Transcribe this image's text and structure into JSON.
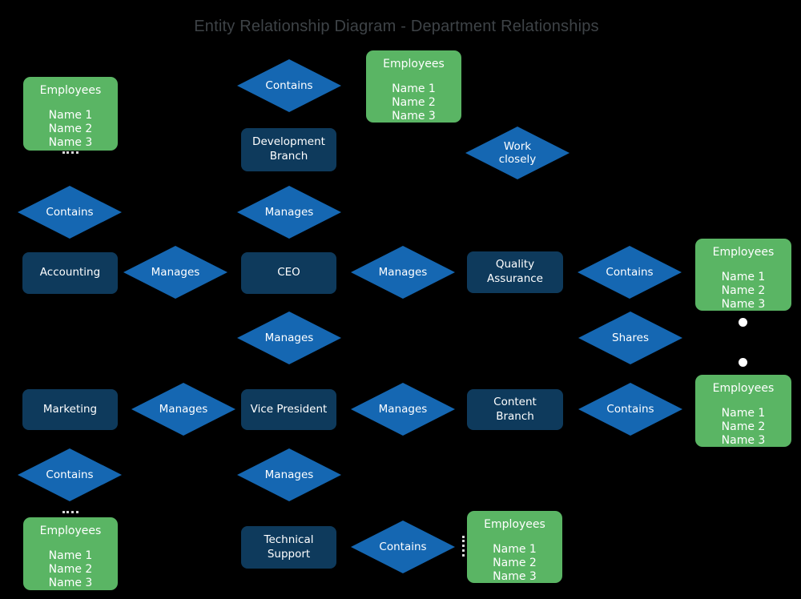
{
  "title": "Entity Relationship Diagram - Department Relationships",
  "colors": {
    "background": "#000000",
    "entity_fill": "#0e3a5c",
    "relationship_fill": "#1567b2",
    "attribute_fill": "#5ab564",
    "node_text": "#ffffff",
    "title_text": "#3e4347",
    "connector_dot": "#ffffff"
  },
  "employees_card": {
    "title": "Employees",
    "names": [
      "Name 1",
      "Name 2",
      "Name 3"
    ]
  },
  "entities": [
    {
      "label": "Development Branch"
    },
    {
      "label": "Accounting"
    },
    {
      "label": "CEO"
    },
    {
      "label": "Quality Assurance"
    },
    {
      "label": "Marketing"
    },
    {
      "label": "Vice President"
    },
    {
      "label": "Content Branch"
    },
    {
      "label": "Technical Support"
    }
  ],
  "relationships": [
    {
      "label": "Contains"
    },
    {
      "label": "Work closely"
    },
    {
      "label": "Contains"
    },
    {
      "label": "Manages"
    },
    {
      "label": "Manages"
    },
    {
      "label": "Manages"
    },
    {
      "label": "Contains"
    },
    {
      "label": "Manages"
    },
    {
      "label": "Shares"
    },
    {
      "label": "Manages"
    },
    {
      "label": "Manages"
    },
    {
      "label": "Contains"
    },
    {
      "label": "Contains"
    },
    {
      "label": "Manages"
    },
    {
      "label": "Contains"
    }
  ]
}
